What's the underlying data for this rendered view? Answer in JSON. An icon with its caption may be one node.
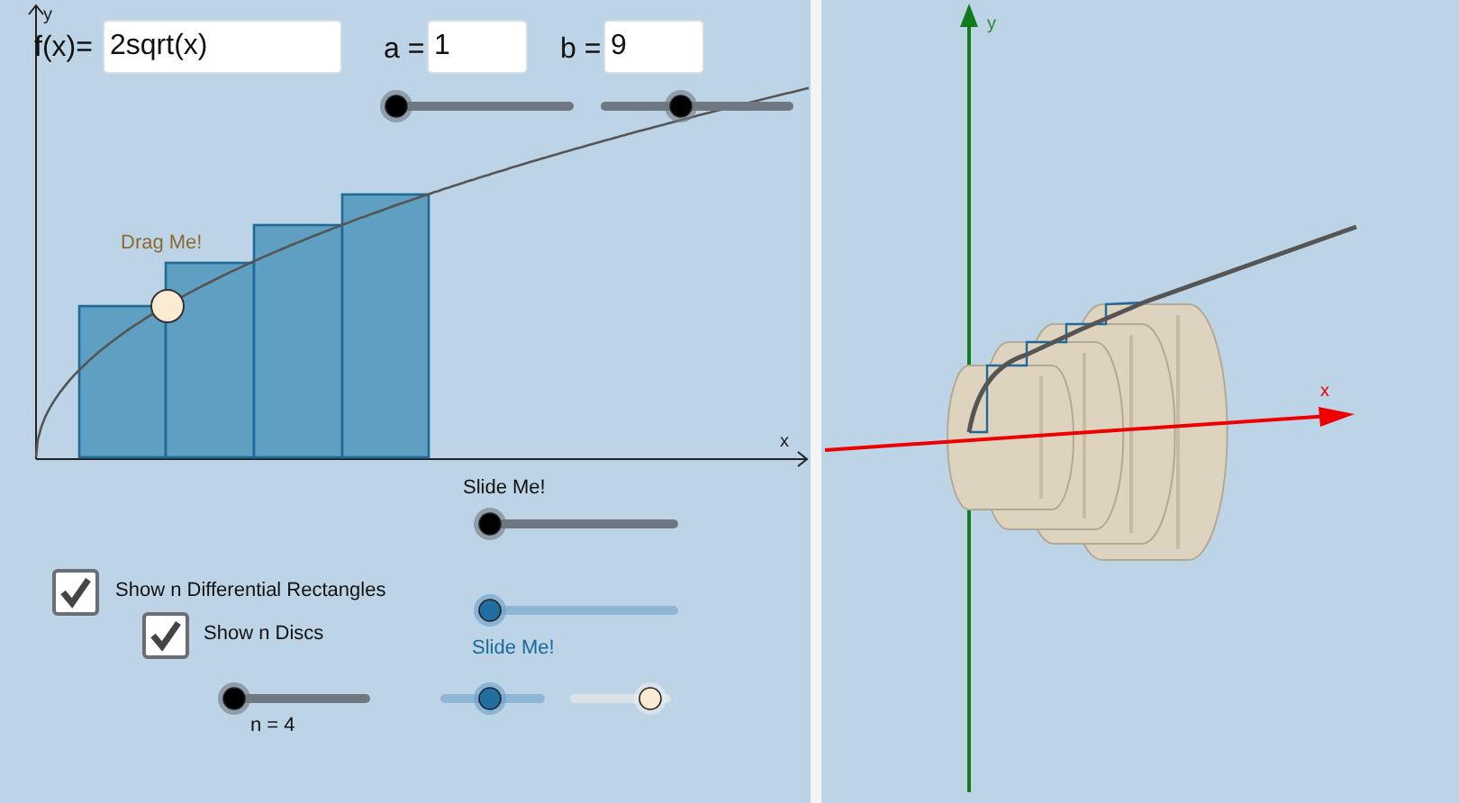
{
  "diagram": {
    "labels": [
      "f(x)=",
      "2sqrt(x)",
      "a =",
      "1",
      "b =",
      "9",
      "y",
      "x",
      "Drag Me!",
      "Slide Me!",
      "Show n Differential Rectangles",
      "Show n Discs",
      "Slide Me!",
      "n = 4",
      "y",
      "x"
    ]
  }
}
